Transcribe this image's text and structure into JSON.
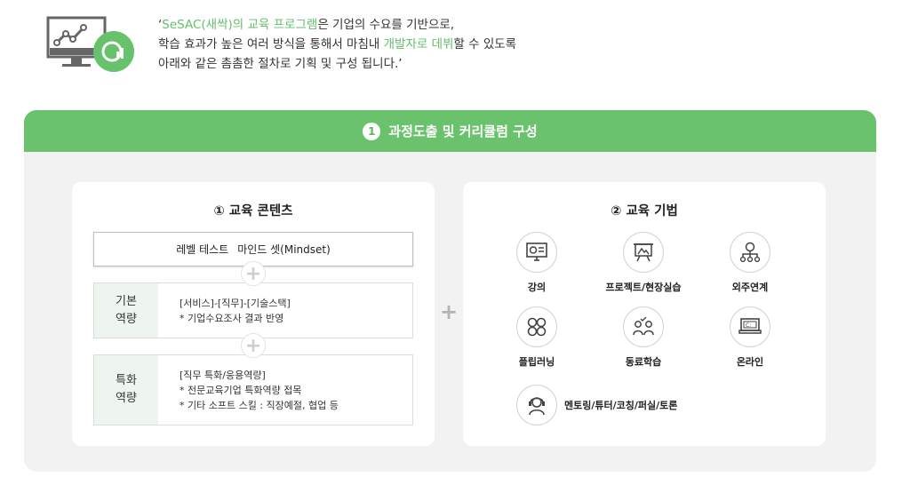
{
  "intro": {
    "lines": [
      [
        "‘",
        "SeSAC(새싹)의 교육 프로그램",
        "은 기업의 수요를 기반으로,"
      ],
      [
        "학습 효과가 높은 여러 방식을 통해서 마침내 ",
        "개발자로 데뷔",
        "할 수 있도록"
      ],
      [
        "아래와 같은 촘촘한 절차로 기획 및 구성 됩니다.’"
      ]
    ]
  },
  "header": {
    "step": "1",
    "title": "과정도출 및 커리큘럼 구성"
  },
  "contents": {
    "title": "① 교육 콘텐츠",
    "level": {
      "a": "레벨 테스트",
      "b": "마인드 셋(Mindset)"
    },
    "basic": {
      "label1": "기본",
      "label2": "역량",
      "line1": "[서비스]-[직무]-[기술스택]",
      "line2": "* 기업수요조사 결과 반영"
    },
    "special": {
      "label1": "특화",
      "label2": "역량",
      "line1": "[직무 특화/응용역량]",
      "line2": "* 전문교육기업 특화역량 접목",
      "line3": "* 기타 소프트 스킬 : 직장예절, 협업 등"
    }
  },
  "methods": {
    "title": "② 교육 기법",
    "items": [
      {
        "label": "강의",
        "icon": "lecture-icon"
      },
      {
        "label": "프로젝트/현장실습",
        "icon": "project-icon"
      },
      {
        "label": "외주연계",
        "icon": "outsourcing-icon"
      },
      {
        "label": "플립러닝",
        "icon": "flipped-learning-icon"
      },
      {
        "label": "동료학습",
        "icon": "peer-learning-icon"
      },
      {
        "label": "온라인",
        "icon": "online-icon"
      }
    ],
    "mentor": {
      "label": "멘토링/튜터/코칭/퍼실/토론",
      "icon": "mentoring-icon"
    }
  },
  "colors": {
    "accent": "#6ac26d",
    "highlight": "#64bf6a",
    "panel": "#f2f2f2"
  }
}
